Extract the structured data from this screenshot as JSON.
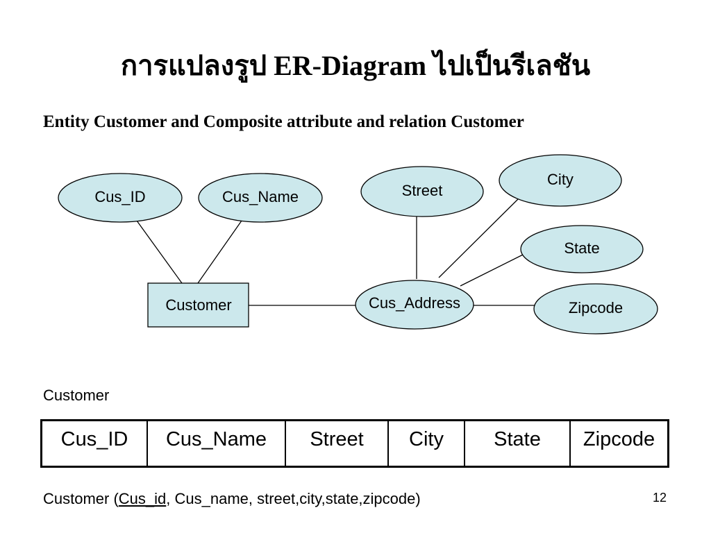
{
  "slide": {
    "title": "การแปลงรูป ER-Diagram ไปเป็นรีเลชัน",
    "subtitle": "Entity Customer and Composite attribute and relation Customer",
    "page_number": "12"
  },
  "diagram": {
    "entity": "Customer",
    "attributes": {
      "cus_id": "Cus_ID",
      "cus_name": "Cus_Name",
      "cus_address": "Cus_Address",
      "street": "Street",
      "city": "City",
      "state": "State",
      "zipcode": "Zipcode"
    },
    "colors": {
      "ellipse_fill": "#cce8ec",
      "entity_fill": "#cce8ec",
      "stroke": "#000000"
    }
  },
  "relation": {
    "name": "Customer",
    "columns": [
      "Cus_ID",
      "Cus_Name",
      "Street",
      "City",
      "State",
      "Zipcode"
    ]
  },
  "schema": {
    "prefix": "Customer (",
    "primary_key": "Cus_id",
    "rest": ", Cus_name, street,city,state,zipcode)"
  }
}
